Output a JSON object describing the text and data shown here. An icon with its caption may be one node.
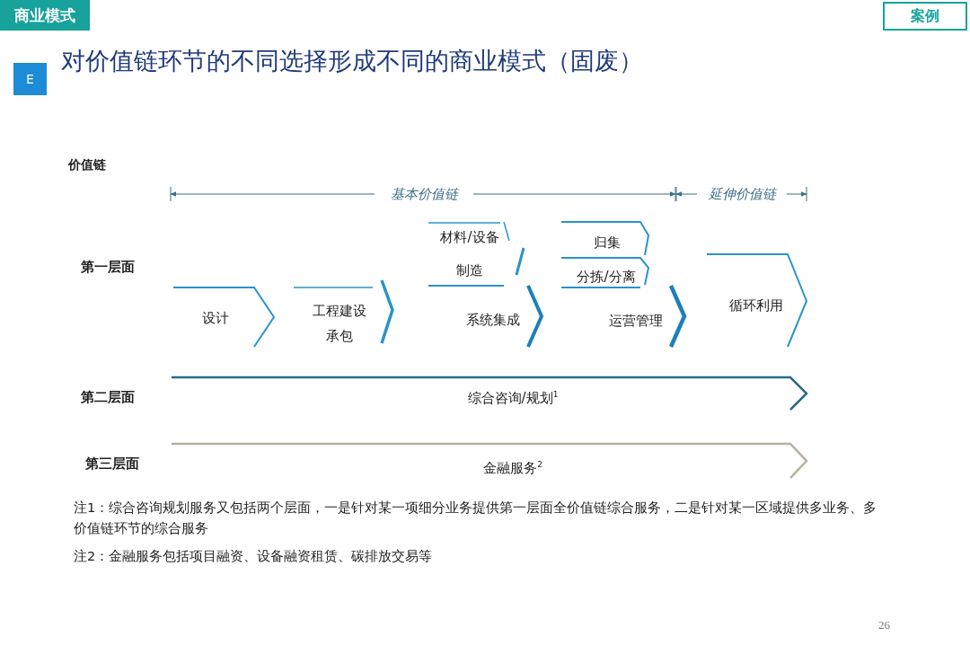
{
  "diagram": {
    "title": "对价值链环节的不同选择形成不同的商业模式（固废）",
    "nodes": [
      {
        "text": [
          "设计"
        ]
      },
      {
        "text": [
          "工程建设承包"
        ]
      },
      {
        "text": [
          "材料/设备制造"
        ]
      },
      {
        "text": [
          "系统集成"
        ]
      },
      {
        "text": [
          "归集"
        ]
      },
      {
        "text": [
          "分拣/分离"
        ]
      },
      {
        "text": [
          "运营管理"
        ]
      },
      {
        "text": [
          "循环利用"
        ]
      },
      {
        "text": [
          "综合咨询/规划$^{1}$"
        ]
      },
      {
        "text": [
          "金融服务$^{2}$"
        ]
      }
    ],
    "edges": [],
    "labels": [
      "商业模式",
      "案例",
      "E",
      "价值链",
      "基本价值链",
      "延伸价值链",
      "第一层面",
      "第二层面",
      "第三层面",
      "注1：综合咨询规划服务又包括两个层面，一是针对某一项细分业务提供第一层面全价值链综合服务，二是针对某一区域提供多业务、多价值链环节的综合服务",
      "注2：金融服务包括项目融资、设备融资租赁、碳排放交易等",
      "26"
    ]
  }
}
